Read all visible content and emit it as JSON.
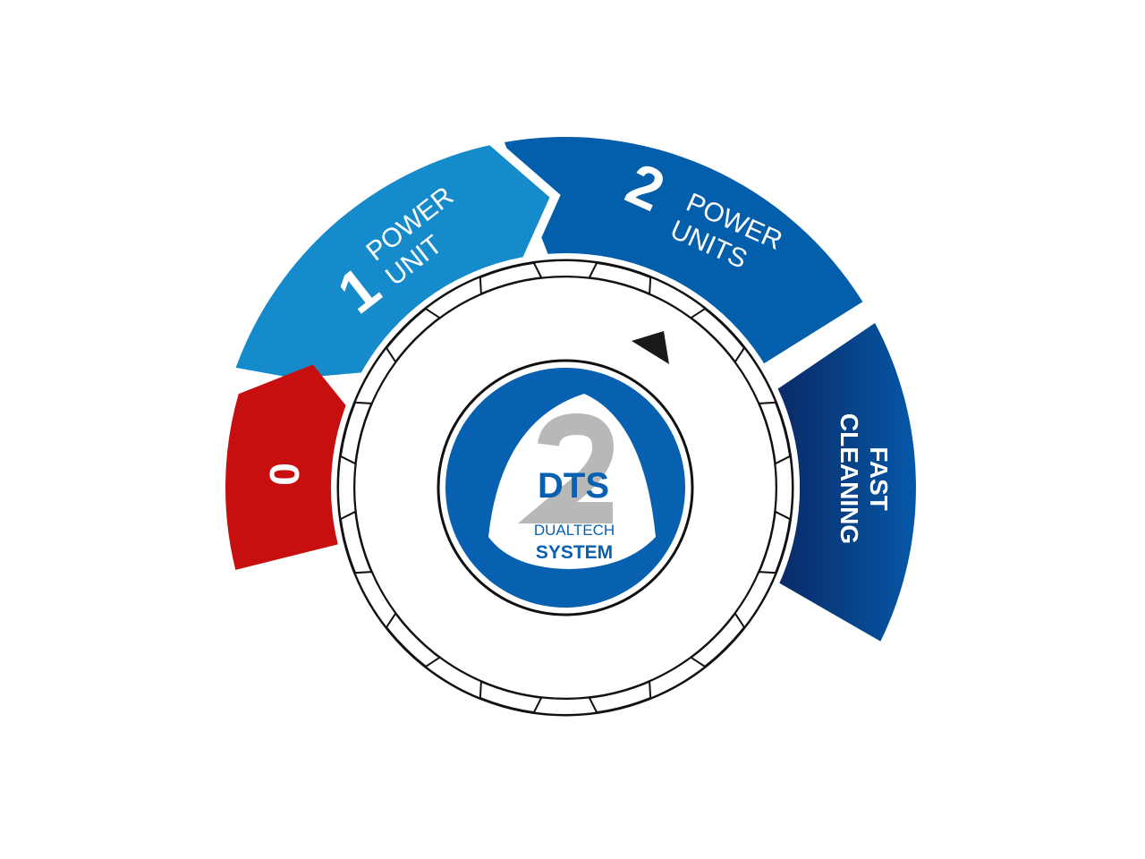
{
  "segments": {
    "off": {
      "label": "0",
      "color": "#c80f10"
    },
    "one": {
      "number": "1",
      "line1": "POWER",
      "line2": "UNIT",
      "color": "#168bcb"
    },
    "two": {
      "number": "2",
      "line1": "POWER",
      "line2": "UNITS",
      "color": "#035eab"
    },
    "fast": {
      "line1": "FAST",
      "line2": "CLEANING",
      "color": "#0b3e85"
    }
  },
  "logo": {
    "digit": "2",
    "brand": "DTS",
    "line1": "DUALTECH",
    "line2": "SYSTEM",
    "blue": "#0760b0",
    "grey": "#b9b8b8"
  },
  "pointer_icon": "triangle-pointer"
}
